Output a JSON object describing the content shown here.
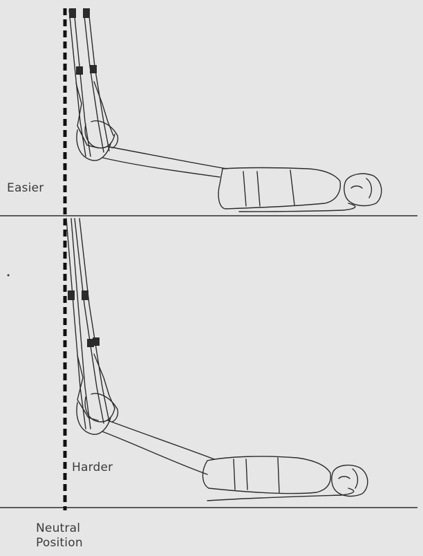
{
  "labels": {
    "easier": "Easier",
    "harder": "Harder",
    "neutral_line1": "Neutral",
    "neutral_line2": "Position"
  },
  "colors": {
    "background": "#e6e6e6",
    "line": "#2b2b2b",
    "dashed_line": "#111111"
  }
}
